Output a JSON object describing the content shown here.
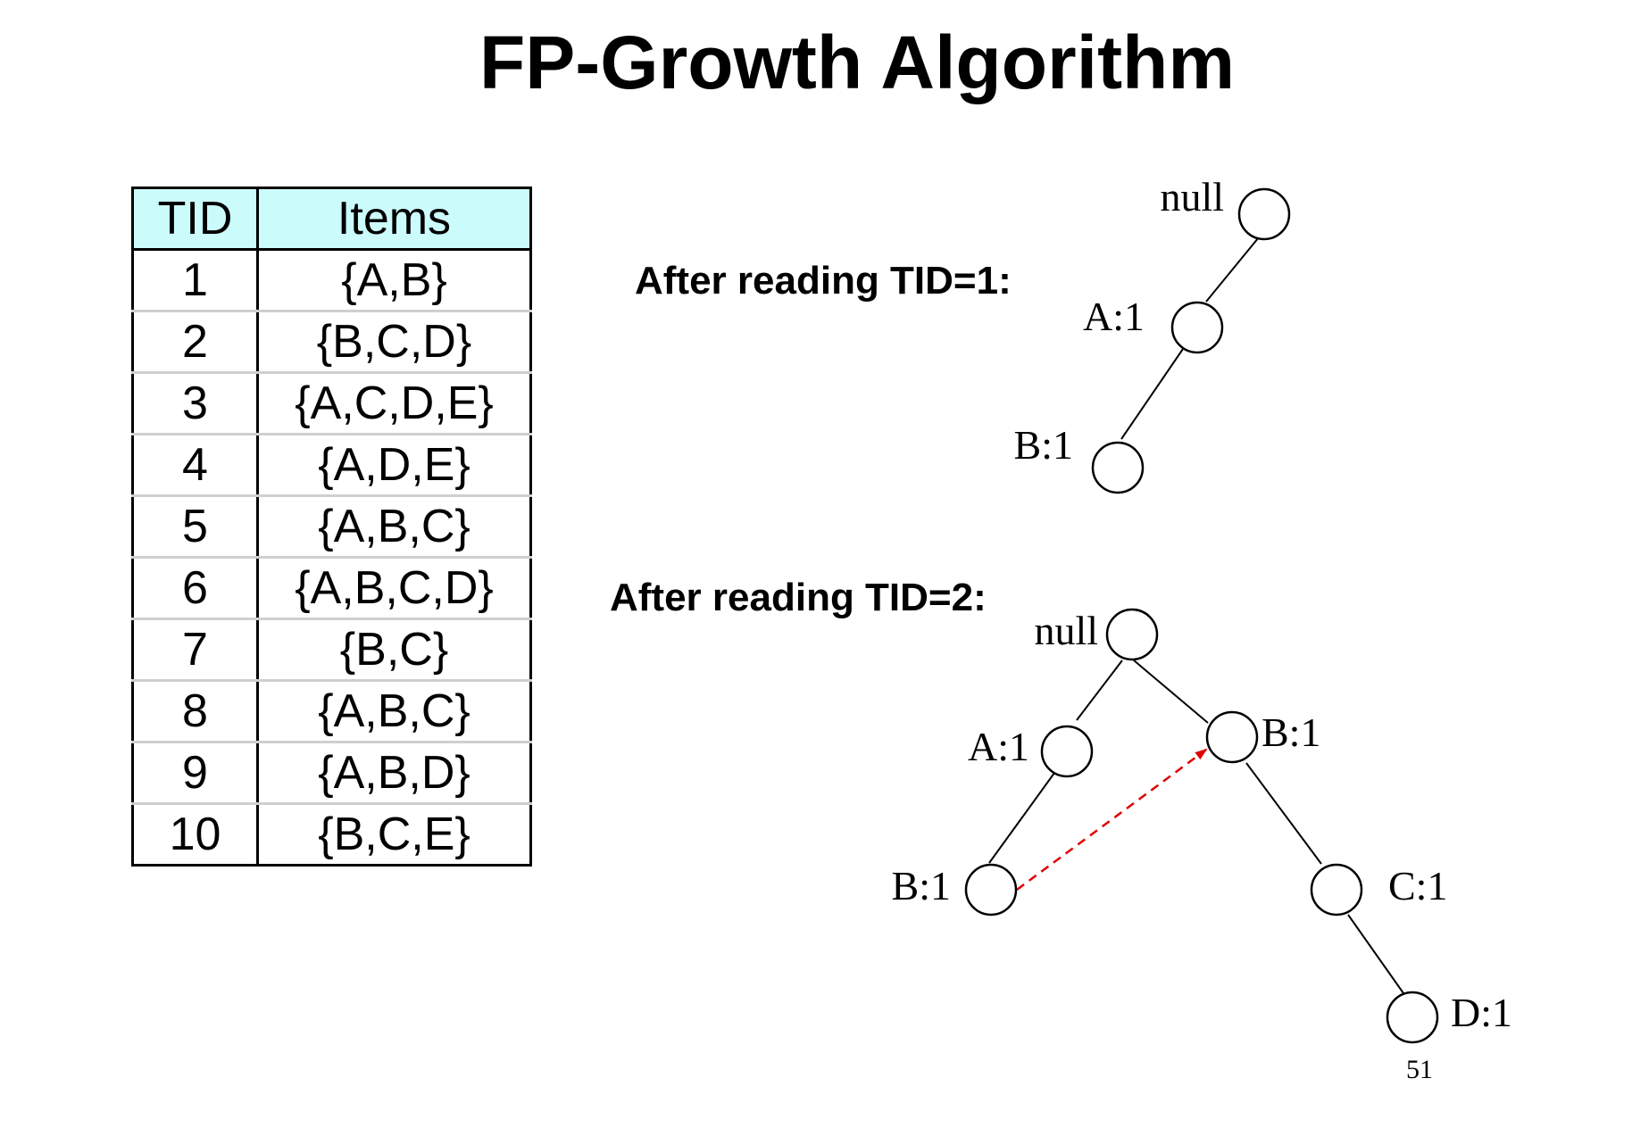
{
  "title": "FP-Growth Algorithm",
  "table": {
    "headers": [
      "TID",
      "Items"
    ],
    "rows": [
      [
        "1",
        "{A,B}"
      ],
      [
        "2",
        "{B,C,D}"
      ],
      [
        "3",
        "{A,C,D,E}"
      ],
      [
        "4",
        "{A,D,E}"
      ],
      [
        "5",
        "{A,B,C}"
      ],
      [
        "6",
        "{A,B,C,D}"
      ],
      [
        "7",
        "{B,C}"
      ],
      [
        "8",
        "{A,B,C}"
      ],
      [
        "9",
        "{A,B,D}"
      ],
      [
        "10",
        "{B,C,E}"
      ]
    ],
    "header_color": "#ccfbfb"
  },
  "steps": [
    {
      "label": "After reading TID=1:",
      "nodes": [
        {
          "id": "null",
          "label": "null"
        },
        {
          "id": "A",
          "label": "A:1"
        },
        {
          "id": "B",
          "label": "B:1"
        }
      ],
      "edges": [
        [
          "null",
          "A"
        ],
        [
          "A",
          "B"
        ]
      ]
    },
    {
      "label": "After reading TID=2:",
      "nodes": [
        {
          "id": "null",
          "label": "null"
        },
        {
          "id": "A",
          "label": "A:1"
        },
        {
          "id": "B_left",
          "label": "B:1"
        },
        {
          "id": "B_right",
          "label": "B:1"
        },
        {
          "id": "C",
          "label": "C:1"
        },
        {
          "id": "D",
          "label": "D:1"
        }
      ],
      "edges": [
        [
          "null",
          "A"
        ],
        [
          "A",
          "B_left"
        ],
        [
          "null",
          "B_right"
        ],
        [
          "B_right",
          "C"
        ],
        [
          "C",
          "D"
        ]
      ],
      "node_links": [
        {
          "from": "B_left",
          "to": "B_right",
          "style": "dashed",
          "color": "#e00000"
        }
      ]
    }
  ],
  "page_number": "51"
}
